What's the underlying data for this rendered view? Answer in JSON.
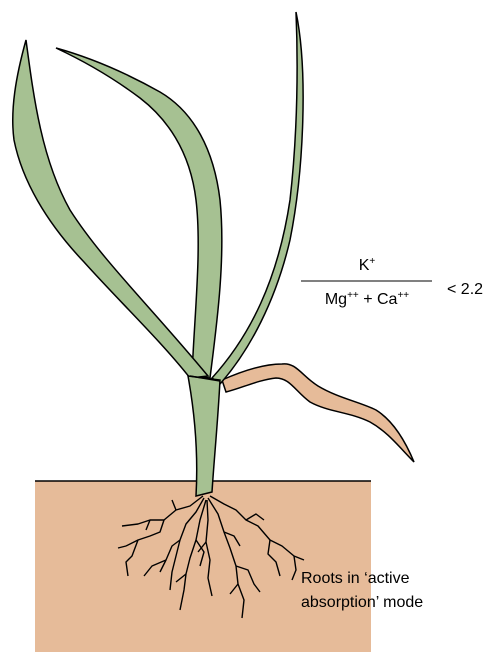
{
  "colors": {
    "soil": "#e6bb99",
    "leaf": "#a6c192",
    "dead_leaf": "#e6bb99",
    "outline": "#000000"
  },
  "ratio": {
    "numerator_base": "K",
    "numerator_sup": "+",
    "denominator_part1": "Mg",
    "denominator_sup1": "++",
    "denominator_plus": " + ",
    "denominator_part2": "Ca",
    "denominator_sup2": "++",
    "comparison": "< 2.2"
  },
  "caption": {
    "line1": "Roots in ‘active",
    "line2": "absorption’ mode"
  }
}
